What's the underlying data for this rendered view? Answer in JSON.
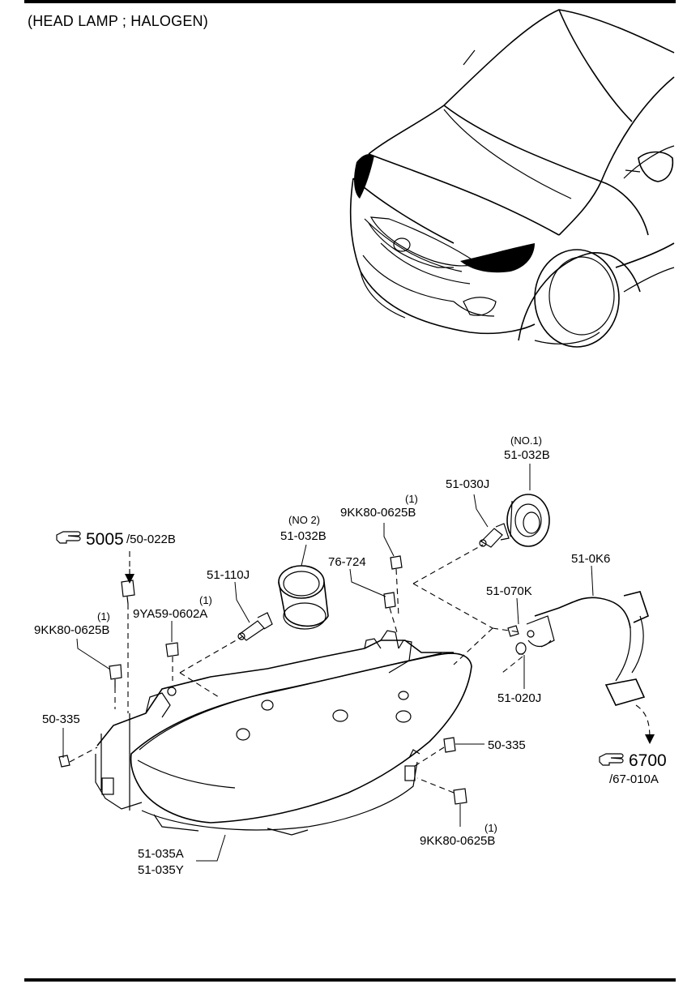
{
  "title": "(HEAD LAMP ; HALOGEN)",
  "callouts": {
    "ref_5005_num": "5005",
    "ref_5005_sub": "/50-022B",
    "ref_6700_num": "6700",
    "ref_6700_sub": "/67-010A",
    "bulb_no1_qualifier": "(NO.1)",
    "bulb_no1_part": "51-032B",
    "bulb_no2_qualifier": "(NO 2)",
    "bulb_no2_part": "51-032B",
    "bulb_51_030J": "51-030J",
    "bolt_top_qty": "(1)",
    "bolt_top_part": "9KK80-0625B",
    "clip_76_724": "76-724",
    "bulb_51_110J": "51-110J",
    "screw_9ya59_qty": "(1)",
    "screw_9ya59_part": "9YA59-0602A",
    "bolt_left_qty": "(1)",
    "bolt_left_part": "9KK80-0625B",
    "nut_left": "50-335",
    "socket_51_070K": "51-070K",
    "harness_51_0K6": "51-0K6",
    "bulb_51_020J": "51-020J",
    "nut_right": "50-335",
    "bolt_bottom_qty": "(1)",
    "bolt_bottom_part": "9KK80-0625B",
    "lamp_assy_a": "51-035A",
    "lamp_assy_y": "51-035Y"
  },
  "icons": [
    "hand-pointer-icon",
    "hand-pointer-icon"
  ]
}
